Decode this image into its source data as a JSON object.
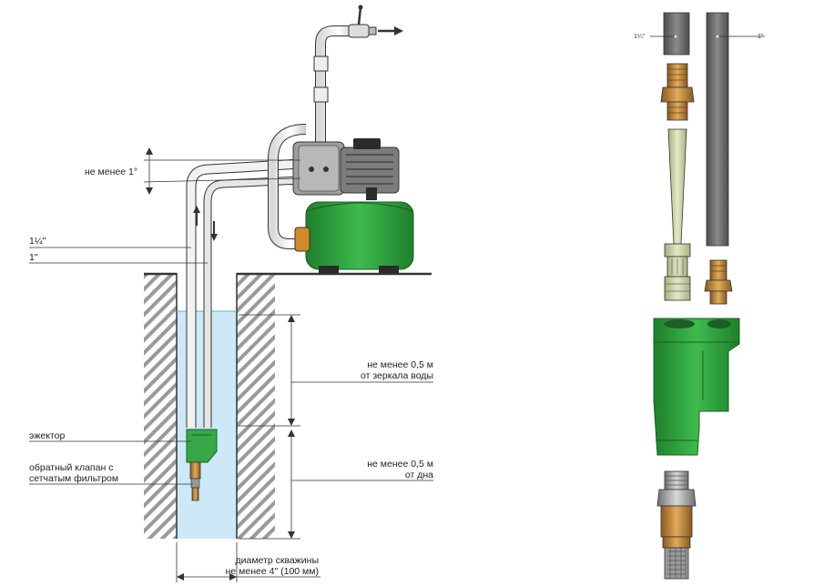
{
  "labels": {
    "min_slope": "не менее 1°",
    "pipe_1_25": "1¼\"",
    "pipe_1": "1\"",
    "ejector": "эжектор",
    "check_valve_line1": "обратный клапан с",
    "check_valve_line2": "сетчатым фильтром",
    "depth_water_line1": "не менее 0,5 м",
    "depth_water_line2": "от зеркала воды",
    "depth_bottom_line1": "не менее 0,5 м",
    "depth_bottom_line2": "от дна",
    "diameter_line1": "диаметр скважины",
    "diameter_line2": "не менее 4\" (100 мм)",
    "exploded_pipe_1_25": "1¼\"",
    "exploded_pipe_1": "1\""
  },
  "colors": {
    "pump_green": "#2e9e3e",
    "ejector_green": "#37a848",
    "water_blue": "#cde8f6",
    "hatch": "#9a9a9a",
    "pipe_grey": "#6d6d6d",
    "brass": "#c08a3e",
    "nozzle_olive": "#c9cfa6"
  }
}
